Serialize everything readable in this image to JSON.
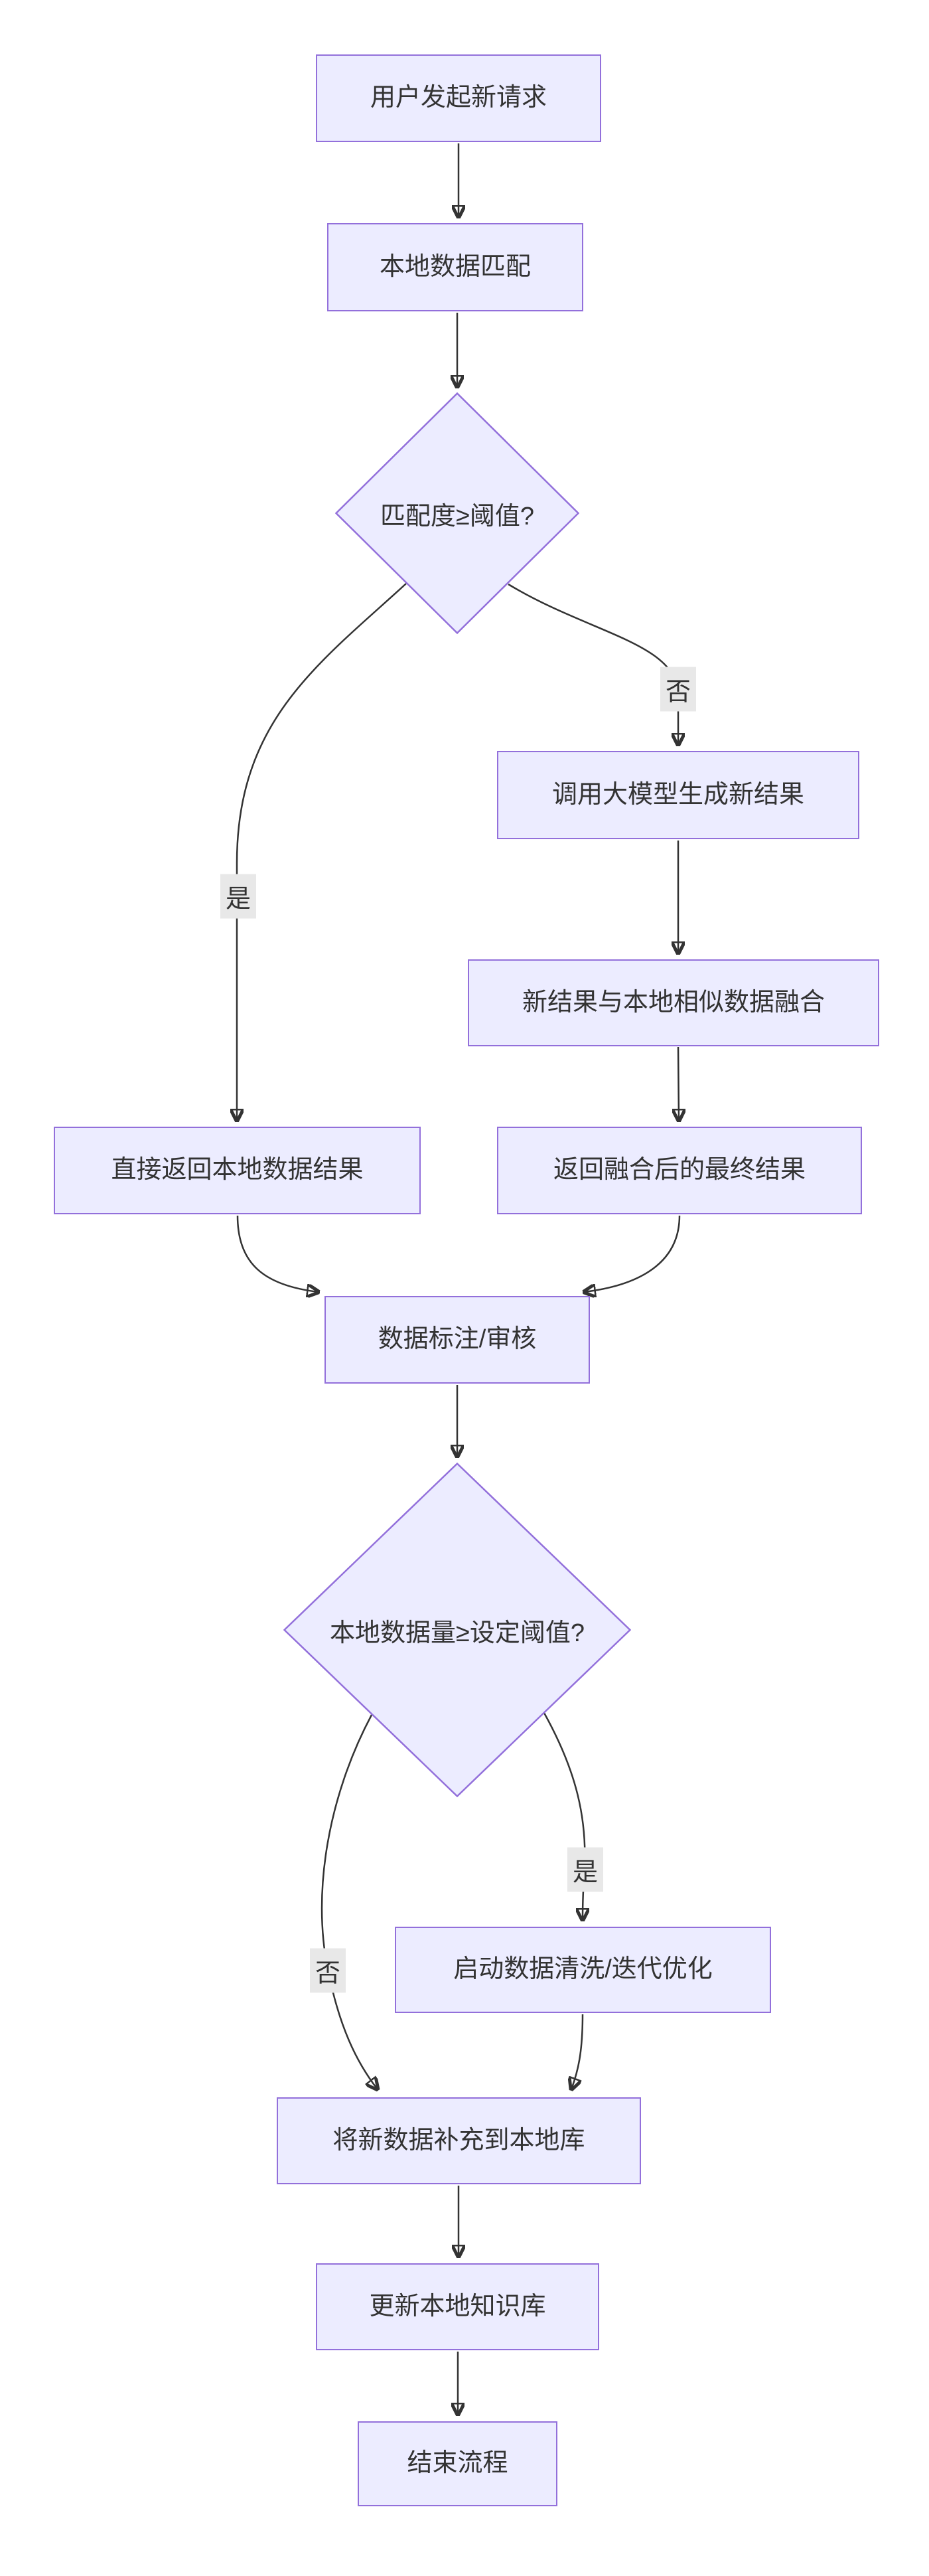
{
  "diagram": {
    "type": "flowchart",
    "direction": "top-down",
    "colors": {
      "bg": "#ffffff",
      "node-fill": "#ECECFF",
      "node-border": "#9370DB",
      "edge-color": "#333333",
      "label-bg": "#e8e8e8",
      "text-color": "#333333"
    },
    "nodes": {
      "start": {
        "label": "用户发起新请求",
        "shape": "rect"
      },
      "local_match": {
        "label": "本地数据匹配",
        "shape": "rect"
      },
      "decision1": {
        "label": "匹配度≥阈值?",
        "shape": "diamond"
      },
      "return_local": {
        "label": "直接返回本地数据结果",
        "shape": "rect"
      },
      "call_llm": {
        "label": "调用大模型生成新结果",
        "shape": "rect"
      },
      "merge_data": {
        "label": "新结果与本地相似数据融合",
        "shape": "rect"
      },
      "return_merged": {
        "label": "返回融合后的最终结果",
        "shape": "rect"
      },
      "annotate": {
        "label": "数据标注/审核",
        "shape": "rect"
      },
      "decision2": {
        "label": "本地数据量≥设定阈值?",
        "shape": "diamond"
      },
      "clean_data": {
        "label": "启动数据清洗/迭代优化",
        "shape": "rect"
      },
      "supplement": {
        "label": "将新数据补充到本地库",
        "shape": "rect"
      },
      "update_kb": {
        "label": "更新本地知识库",
        "shape": "rect"
      },
      "end": {
        "label": "结束流程",
        "shape": "rect"
      }
    },
    "edge_labels": {
      "yes1": "是",
      "no1": "否",
      "yes2": "是",
      "no2": "否"
    },
    "edges": [
      {
        "from": "start",
        "to": "local_match"
      },
      {
        "from": "local_match",
        "to": "decision1"
      },
      {
        "from": "decision1",
        "to": "return_local",
        "label": "是"
      },
      {
        "from": "decision1",
        "to": "call_llm",
        "label": "否"
      },
      {
        "from": "call_llm",
        "to": "merge_data"
      },
      {
        "from": "merge_data",
        "to": "return_merged"
      },
      {
        "from": "return_local",
        "to": "annotate"
      },
      {
        "from": "return_merged",
        "to": "annotate"
      },
      {
        "from": "annotate",
        "to": "decision2"
      },
      {
        "from": "decision2",
        "to": "clean_data",
        "label": "是"
      },
      {
        "from": "decision2",
        "to": "supplement",
        "label": "否"
      },
      {
        "from": "clean_data",
        "to": "supplement"
      },
      {
        "from": "supplement",
        "to": "update_kb"
      },
      {
        "from": "update_kb",
        "to": "end"
      }
    ]
  }
}
